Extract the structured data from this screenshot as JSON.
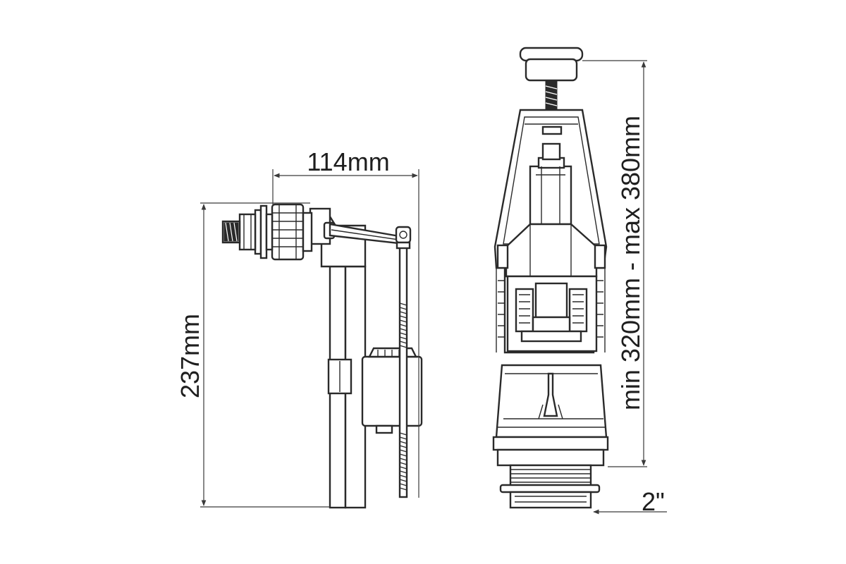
{
  "dimensions": {
    "fill_valve_width": "114mm",
    "fill_valve_height": "237mm",
    "flush_valve_height_range": "min 320mm - max 380mm",
    "flush_valve_thread": "2\""
  }
}
